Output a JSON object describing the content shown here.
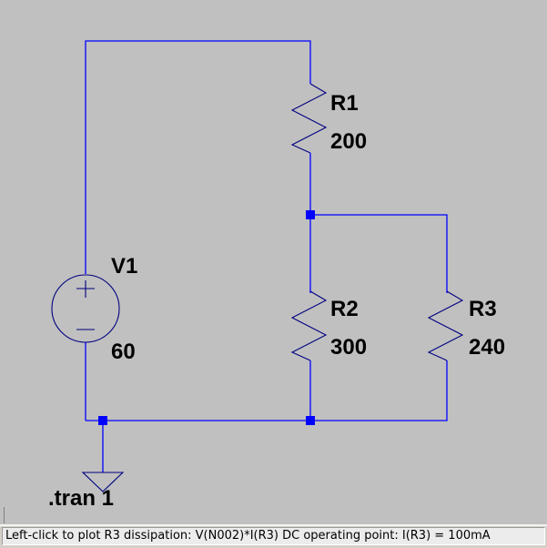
{
  "app": "LTspice schematic editor",
  "schematic": {
    "components": [
      {
        "ref": "V1",
        "type": "voltage-source",
        "value": "60"
      },
      {
        "ref": "R1",
        "type": "resistor",
        "value": "200"
      },
      {
        "ref": "R2",
        "type": "resistor",
        "value": "300"
      },
      {
        "ref": "R3",
        "type": "resistor",
        "value": "240"
      }
    ],
    "directive": ".tran 1",
    "source_polarity": {
      "plus": "+",
      "minus": "−"
    }
  },
  "colors": {
    "wire": "#0000ff",
    "symbol": "#000080",
    "background": "#c0c0c0",
    "text": "#000000"
  },
  "status_bar": {
    "message": "Left-click to plot R3 dissipation: V(N002)*I(R3)  DC operating point: I(R3) = 100mA"
  }
}
